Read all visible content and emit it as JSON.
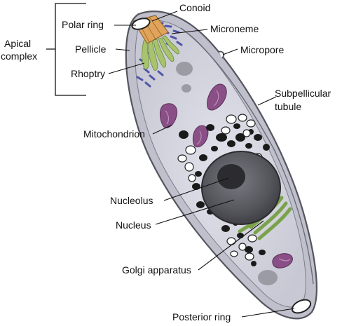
{
  "labels": {
    "apical_complex_line1": "Apical",
    "apical_complex_line2": "complex",
    "polar_ring": "Polar ring",
    "conoid": "Conoid",
    "microneme": "Microneme",
    "pellicle": "Pellicle",
    "micropore": "Micropore",
    "rhoptry": "Rhoptry",
    "subpellicular_tubule_line1": "Subpellicular",
    "subpellicular_tubule_line2": "tubule",
    "mitochondrion": "Mitochondrion",
    "nucleolus": "Nucleolus",
    "nucleus": "Nucleus",
    "golgi_apparatus": "Golgi apparatus",
    "posterior_ring": "Posterior ring"
  },
  "colors": {
    "cell_fill": "#c9c9d2",
    "cytoplasm": "#d8d8e2",
    "membrane": "#5f5f6b",
    "mitochondrion": "#8a4f86",
    "conoid": "#e0a35a",
    "rhoptry": "#a7c46c",
    "microneme": "#4f54a8",
    "golgi": "#9cc070",
    "nucleus": "#5b5b62",
    "nucleolus": "#2c2c30",
    "granule_dark": "#1a1a1a",
    "granule_light": "#ffffff"
  }
}
